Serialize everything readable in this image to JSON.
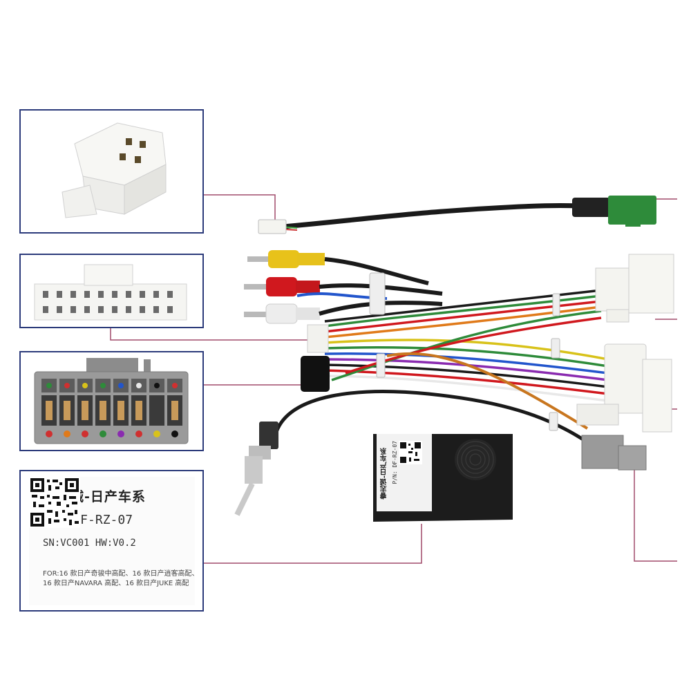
{
  "label": {
    "title": "睿志诚-日产车系",
    "part_number": "P/N:DF-RZ-07",
    "serial_hw": "SN:VC001  HW:V0.2",
    "for_line": "FOR:16 款日产奇骏中高配、16 款日产逍客高配、16 款日产NAVARA 高配、16 款日产JUKE 高配"
  },
  "box_label": {
    "title": "睿志诚-日产车系",
    "part_number": "P/N: DF-RZ-07"
  },
  "colors": {
    "panel_border": "#2b3a7a",
    "leader_line": "#a04a6a",
    "wire_black": "#1a1a1a",
    "connector_white": "#f4f4f0",
    "connector_green": "#2e8b3a",
    "connector_gray": "#9a9a9a",
    "rca_yellow": "#e8c21a",
    "rca_red": "#d0181e",
    "rca_white": "#ededed",
    "box_black": "#1c1c1c"
  }
}
